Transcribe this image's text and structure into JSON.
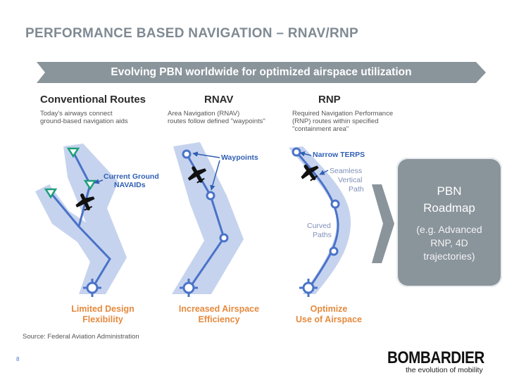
{
  "title": "PERFORMANCE BASED NAVIGATION – RNAV/RNP",
  "banner": "Evolving PBN worldwide for optimized airspace utilization",
  "columns": [
    {
      "title": "Conventional Routes",
      "desc1": "Today's airways connect",
      "desc2": "ground-based navigation aids",
      "callout1": "Current Ground",
      "callout2": "NAVAIDs",
      "outcome1": "Limited Design",
      "outcome2": "Flexibility"
    },
    {
      "title": "RNAV",
      "desc1": "Area Navigation (RNAV)",
      "desc2": "routes follow defined \"waypoints\"",
      "callout1": "Waypoints",
      "outcome1": "Increased Airspace",
      "outcome2": "Efficiency"
    },
    {
      "title": "RNP",
      "desc1": "Required Navigation Performance",
      "desc2": "(RNP) routes within specified",
      "desc3": "\"containment area\"",
      "callout1": "Narrow TERPS",
      "callout2a": "Seamless",
      "callout2b": "Vertical",
      "callout2c": "Path",
      "callout3a": "Curved",
      "callout3b": "Paths",
      "outcome1": "Optimize",
      "outcome2": "Use of Airspace"
    }
  ],
  "source": "Source: Federal Aviation Administration",
  "page_number": "8",
  "roadmap": {
    "title1": "PBN",
    "title2": "Roadmap",
    "sub1": "(e.g. Advanced",
    "sub2": "RNP, 4D",
    "sub3": "trajectories)"
  },
  "logo": {
    "name": "BOMBARDIER",
    "tagline": "the evolution of mobility"
  },
  "colors": {
    "title": "#7f8a93",
    "banner": "#8a949b",
    "route": "#4a73c8",
    "corridor": "#c6d3ee",
    "callout": "#2f5fb3",
    "outcome": "#e58a3e",
    "navaid": "#1e9e7a"
  }
}
